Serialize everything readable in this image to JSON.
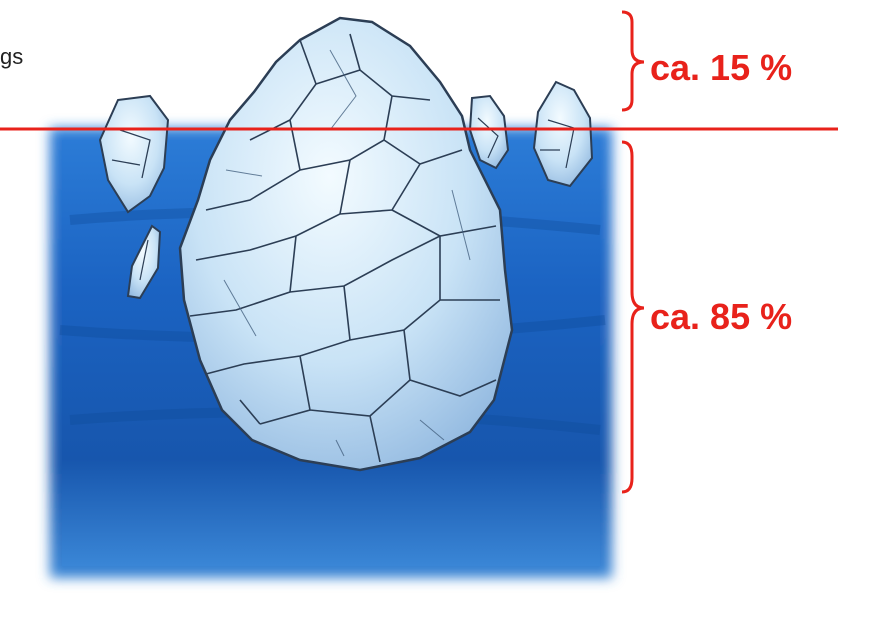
{
  "diagram": {
    "cut_off_text": "gs",
    "label_above": "ca. 15 %",
    "label_below": "ca. 85 %",
    "colors": {
      "accent": "#e8221b",
      "water_deep": "#1350a8",
      "water_light": "#3f8ee0",
      "ice": "#cfe6f7",
      "ice_shadow": "#8fb6de",
      "crack": "#2c3e55"
    }
  }
}
